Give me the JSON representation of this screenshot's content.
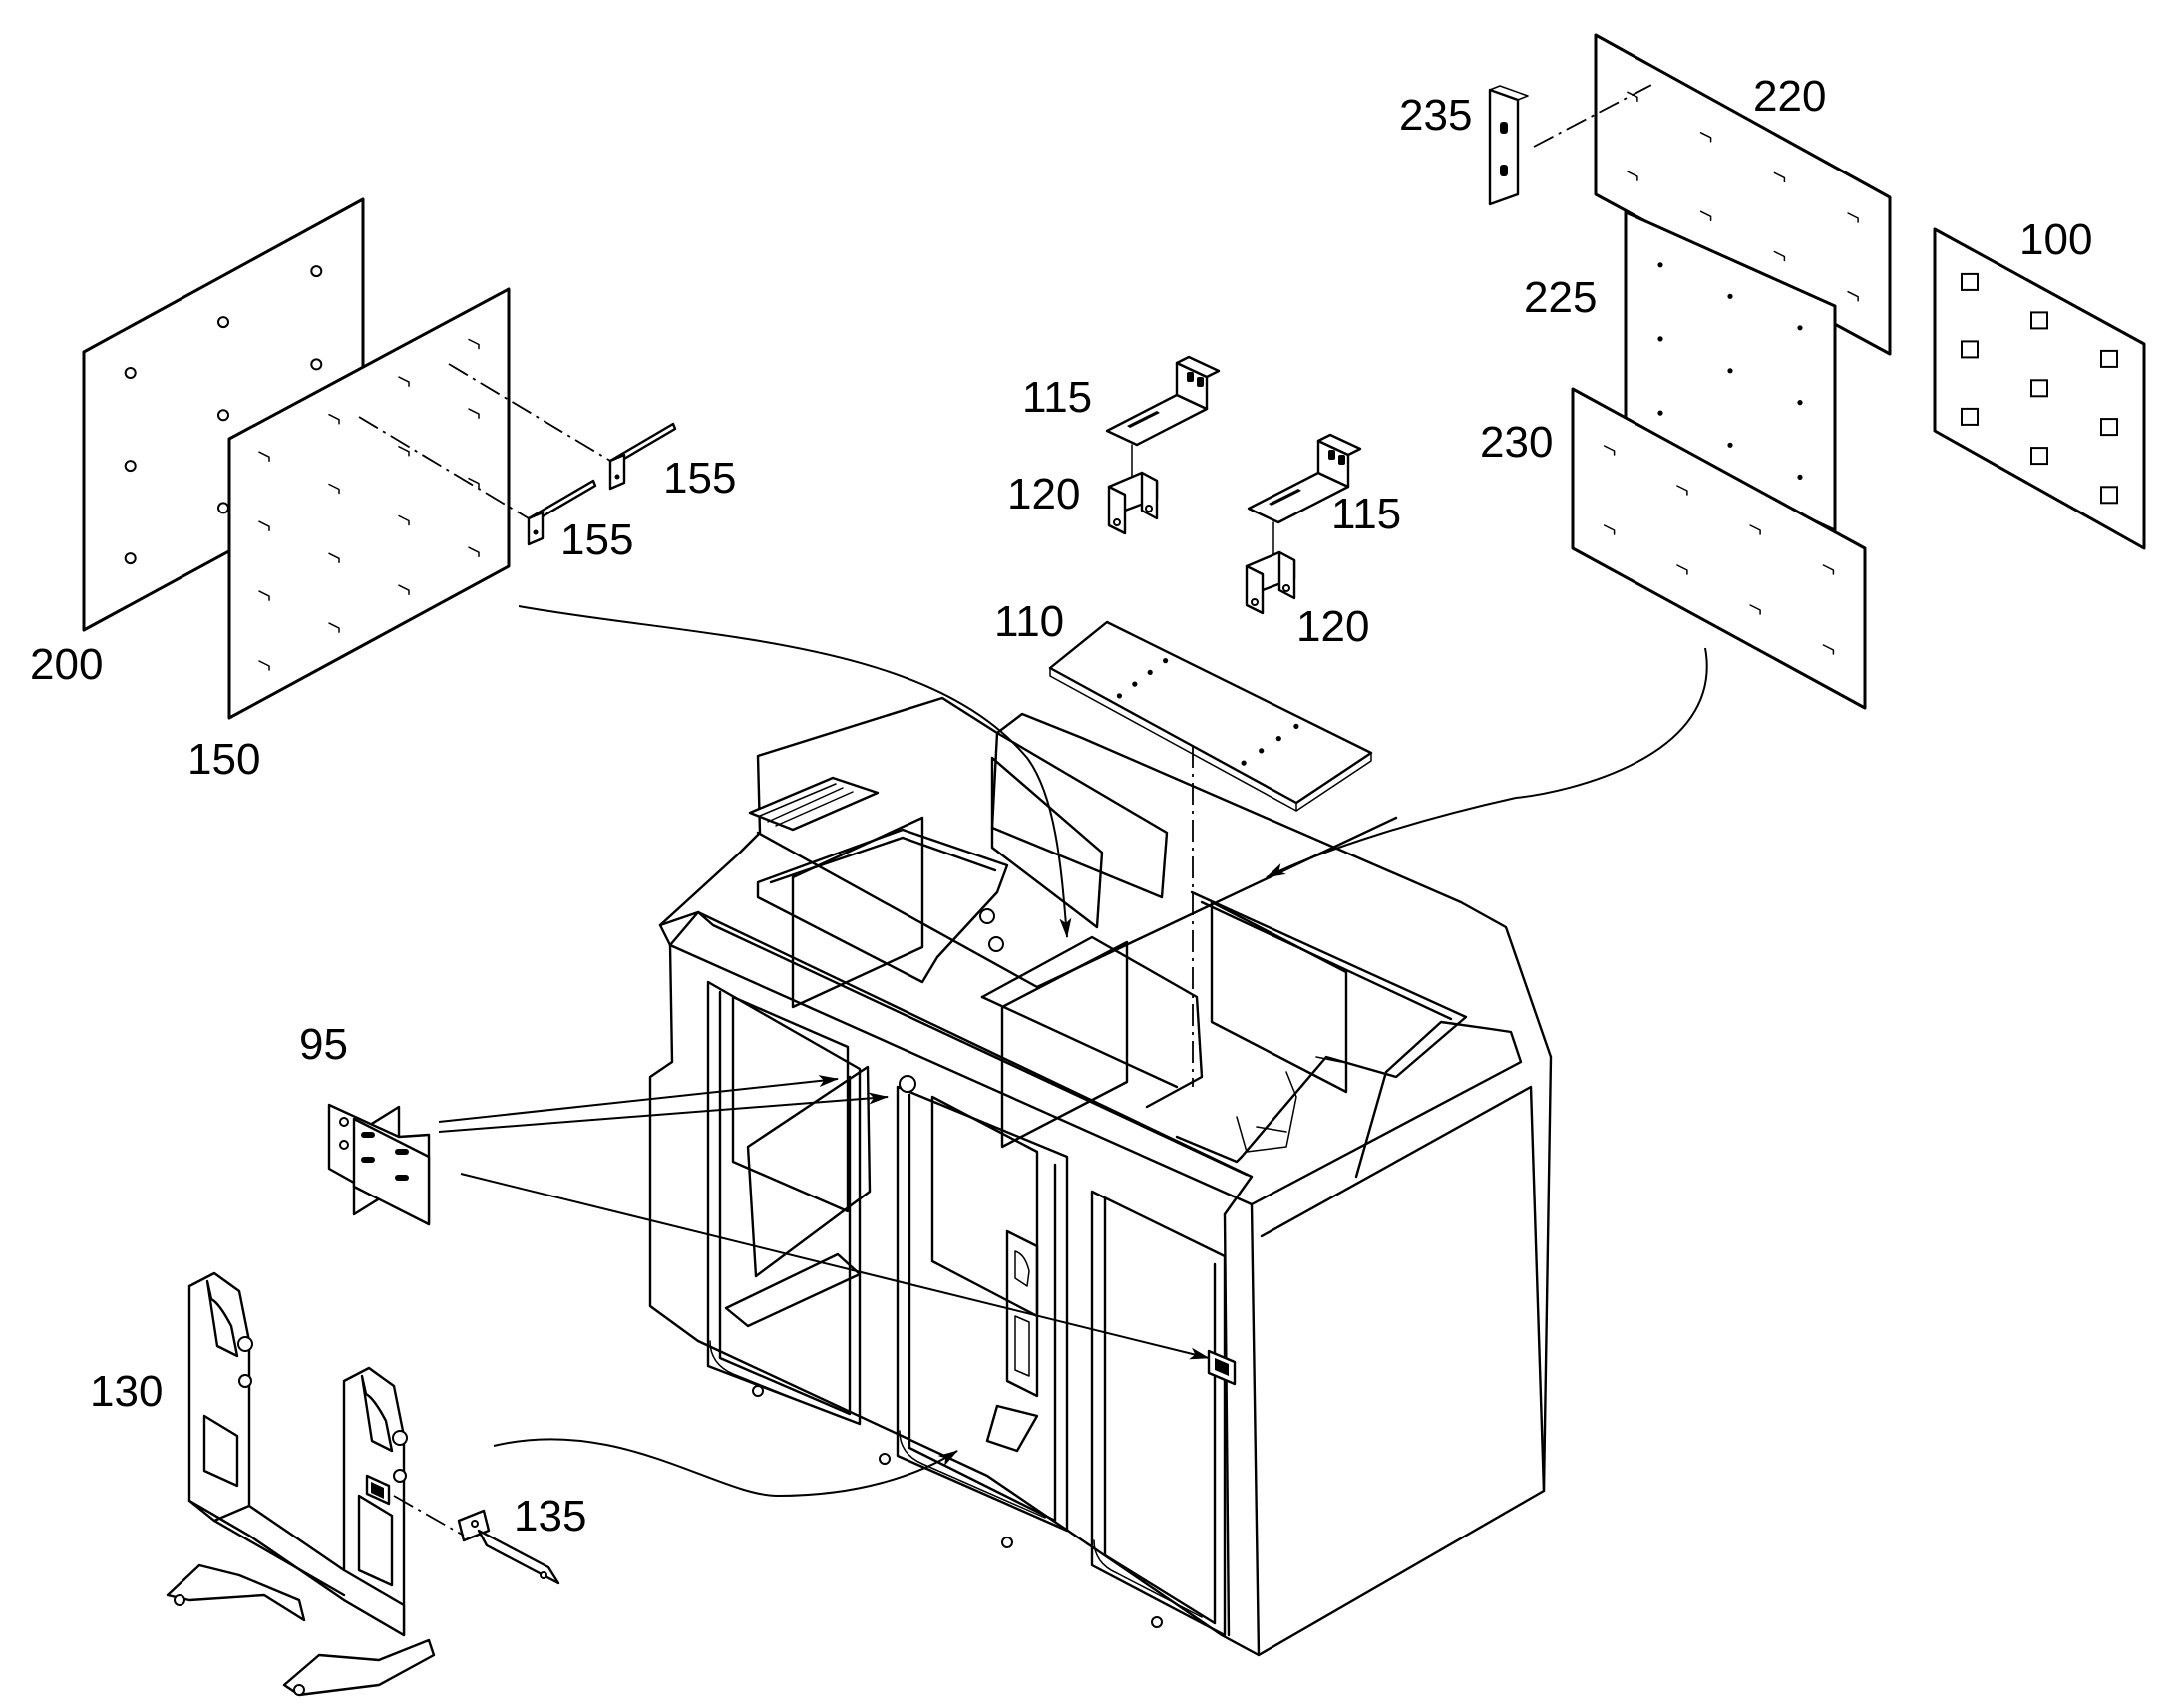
{
  "part_labels": {
    "p100": "100",
    "p95": "95",
    "p110": "110",
    "p115a": "115",
    "p115b": "115",
    "p120a": "120",
    "p120b": "120",
    "p130": "130",
    "p135": "135",
    "p150": "150",
    "p155a": "155",
    "p155b": "155",
    "p200": "200",
    "p220": "220",
    "p225": "225",
    "p230": "230",
    "p235": "235"
  }
}
